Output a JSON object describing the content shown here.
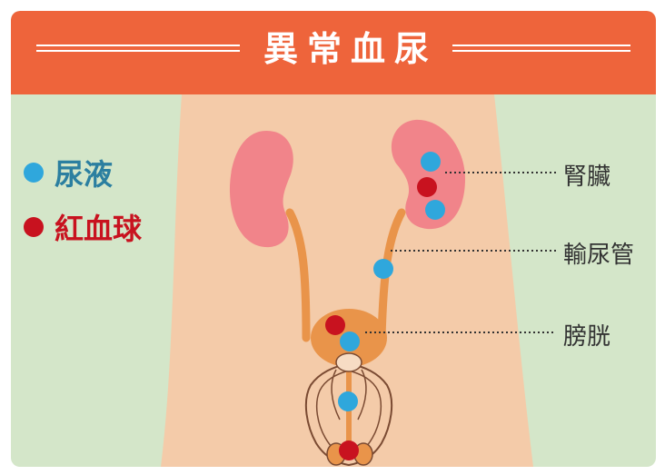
{
  "header": {
    "title": "異常血尿"
  },
  "legend": {
    "urine": {
      "label": "尿液",
      "color": "#2fa7dc"
    },
    "rbc": {
      "label": "紅血球",
      "color": "#c8121f"
    }
  },
  "labels": {
    "kidney": "腎臟",
    "ureter": "輸尿管",
    "bladder": "膀胱"
  },
  "colors": {
    "header_bg": "#ee643b",
    "background": "#d4e6c9",
    "skin": "#f4cba9",
    "kidney": "#f1848a",
    "urinary_tract": "#e9944a",
    "urine_text": "#2b7fa0",
    "rbc_text": "#c8121f"
  }
}
